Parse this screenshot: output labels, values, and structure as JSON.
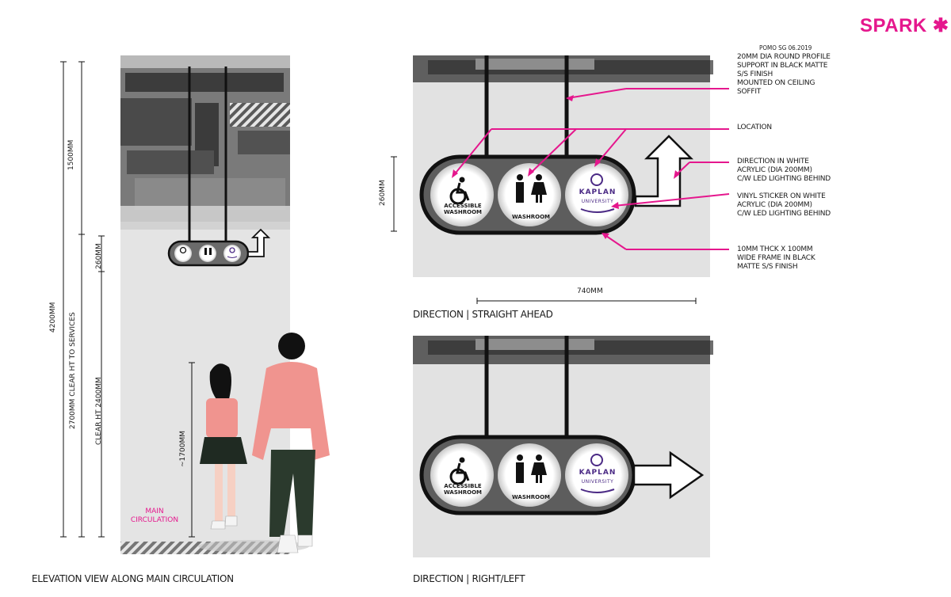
{
  "brand": "SPARK",
  "doc_ref": "POMO SG 06.2019",
  "captions": {
    "elevation": "ELEVATION VIEW ALONG MAIN CIRCULATION",
    "straight": "DIRECTION | STRAIGHT AHEAD",
    "rightleft": "DIRECTION | RIGHT/LEFT"
  },
  "notes": {
    "support": "20MM DIA ROUND PROFILE\nSUPPORT IN BLACK MATTE\nS/S FINISH\nMOUNTED ON CEILING\nSOFFIT",
    "location": "LOCATION",
    "direction": "DIRECTION IN WHITE\nACRYLIC (DIA 200MM)\nC/W LED LIGHTING BEHIND",
    "vinyl": "VINYL STICKER ON WHITE\nACRYLIC (DIA 200MM)\nC/W LED LIGHTING BEHIND",
    "frame": "10MM THCK X 100MM\nWIDE FRAME IN BLACK\nMATTE S/S FINISH"
  },
  "dimensions": {
    "h1500": "1500MM",
    "h4200": "4200MM",
    "h2700": "2700MM CLEAR HT TO SERVICES",
    "h260a": "260MM",
    "h2400": "CLEAR HT 2400MM",
    "h1700": "~1700MM",
    "h260b": "260MM",
    "w740": "740MM"
  },
  "main_circulation": "MAIN\nCIRCULATION",
  "sign": {
    "accessible": "ACCESSIBLE\nWASHROOM",
    "washroom": "WASHROOM",
    "kaplan_top": "KAPLAN",
    "kaplan_bottom": "UNIVERSITY"
  },
  "colors": {
    "accent": "#e5178d",
    "frame": "#1a1a1a",
    "kaplan": "#4b2a85"
  }
}
